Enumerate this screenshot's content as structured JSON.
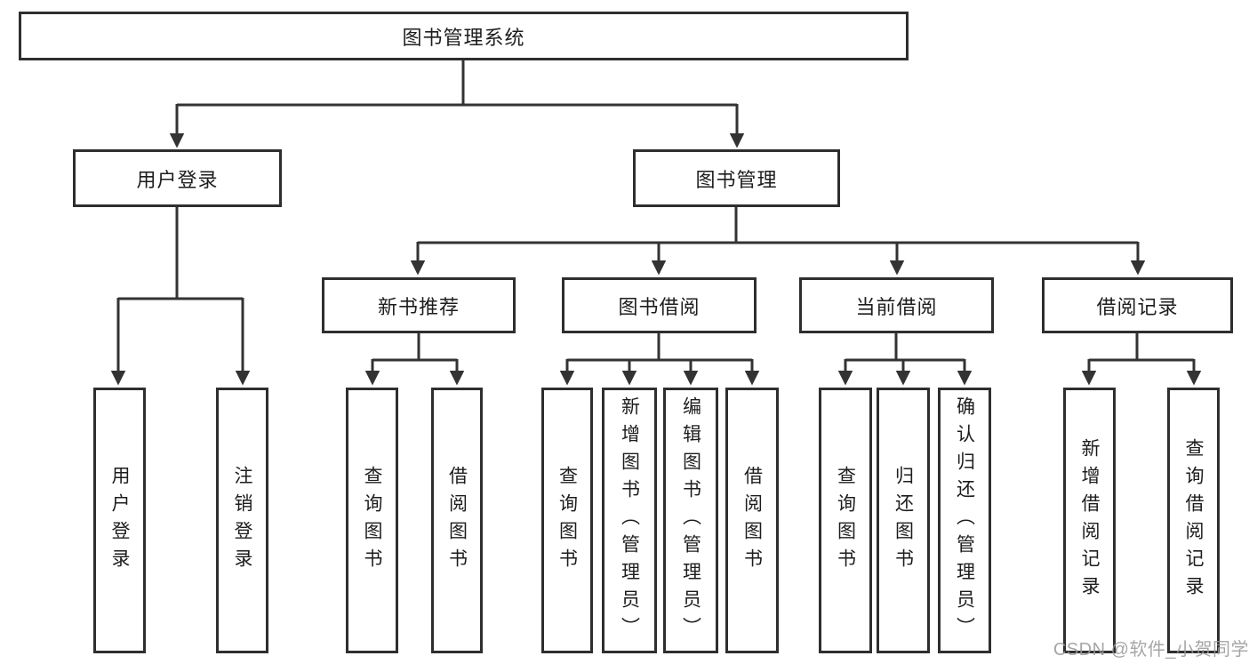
{
  "diagram": {
    "title": "图书管理系统",
    "root": {
      "label": "图书管理系统"
    },
    "level2": [
      {
        "label": "用户登录"
      },
      {
        "label": "图书管理"
      }
    ],
    "level3": [
      {
        "label": "新书推荐",
        "parent": "图书管理"
      },
      {
        "label": "图书借阅",
        "parent": "图书管理"
      },
      {
        "label": "当前借阅",
        "parent": "图书管理"
      },
      {
        "label": "借阅记录",
        "parent": "图书管理"
      }
    ],
    "leaves": [
      {
        "label": "用户登录",
        "parent": "用户登录"
      },
      {
        "label": "注销登录",
        "parent": "用户登录"
      },
      {
        "label": "查询图书",
        "parent": "新书推荐"
      },
      {
        "label": "借阅图书",
        "parent": "新书推荐"
      },
      {
        "label": "查询图书",
        "parent": "图书借阅"
      },
      {
        "label": "新增图书（管理员）",
        "parent": "图书借阅"
      },
      {
        "label": "编辑图书（管理员）",
        "parent": "图书借阅"
      },
      {
        "label": "借阅图书",
        "parent": "图书借阅"
      },
      {
        "label": "查询图书",
        "parent": "当前借阅"
      },
      {
        "label": "归还图书",
        "parent": "当前借阅"
      },
      {
        "label": "确认归还（管理员）",
        "parent": "当前借阅"
      },
      {
        "label": "新增借阅记录",
        "parent": "借阅记录"
      },
      {
        "label": "查询借阅记录",
        "parent": "借阅记录"
      }
    ],
    "watermark": "CSDN @软件_小贺同学",
    "colors": {
      "line": "#333333",
      "box_border": "#2e2e2e",
      "text": "#1d1d1d",
      "watermark": "#9a9a9a",
      "background": "#ffffff"
    }
  }
}
